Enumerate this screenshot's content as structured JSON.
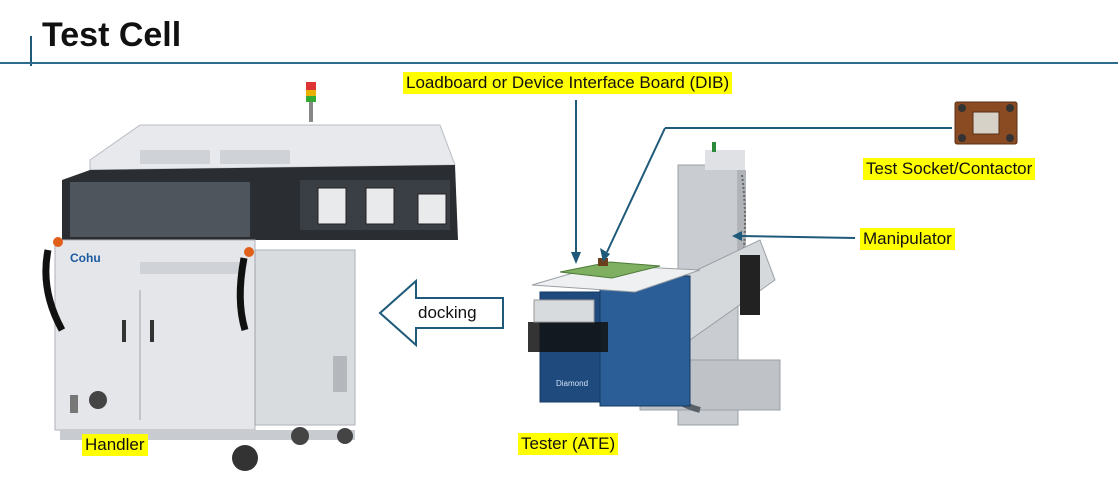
{
  "slide": {
    "title": "Test Cell"
  },
  "labels": {
    "dib": "Loadboard or Device Interface Board (DIB)",
    "socket": "Test Socket/Contactor",
    "manipulator": "Manipulator",
    "handler": "Handler",
    "tester": "Tester (ATE)",
    "docking": "docking"
  },
  "logos": {
    "handler_brand": "Cohu",
    "tester_brand": "Diamond"
  },
  "colors": {
    "rule": "#2f6d8f",
    "highlight": "#ffff00",
    "callout": "#1f5a7a"
  }
}
